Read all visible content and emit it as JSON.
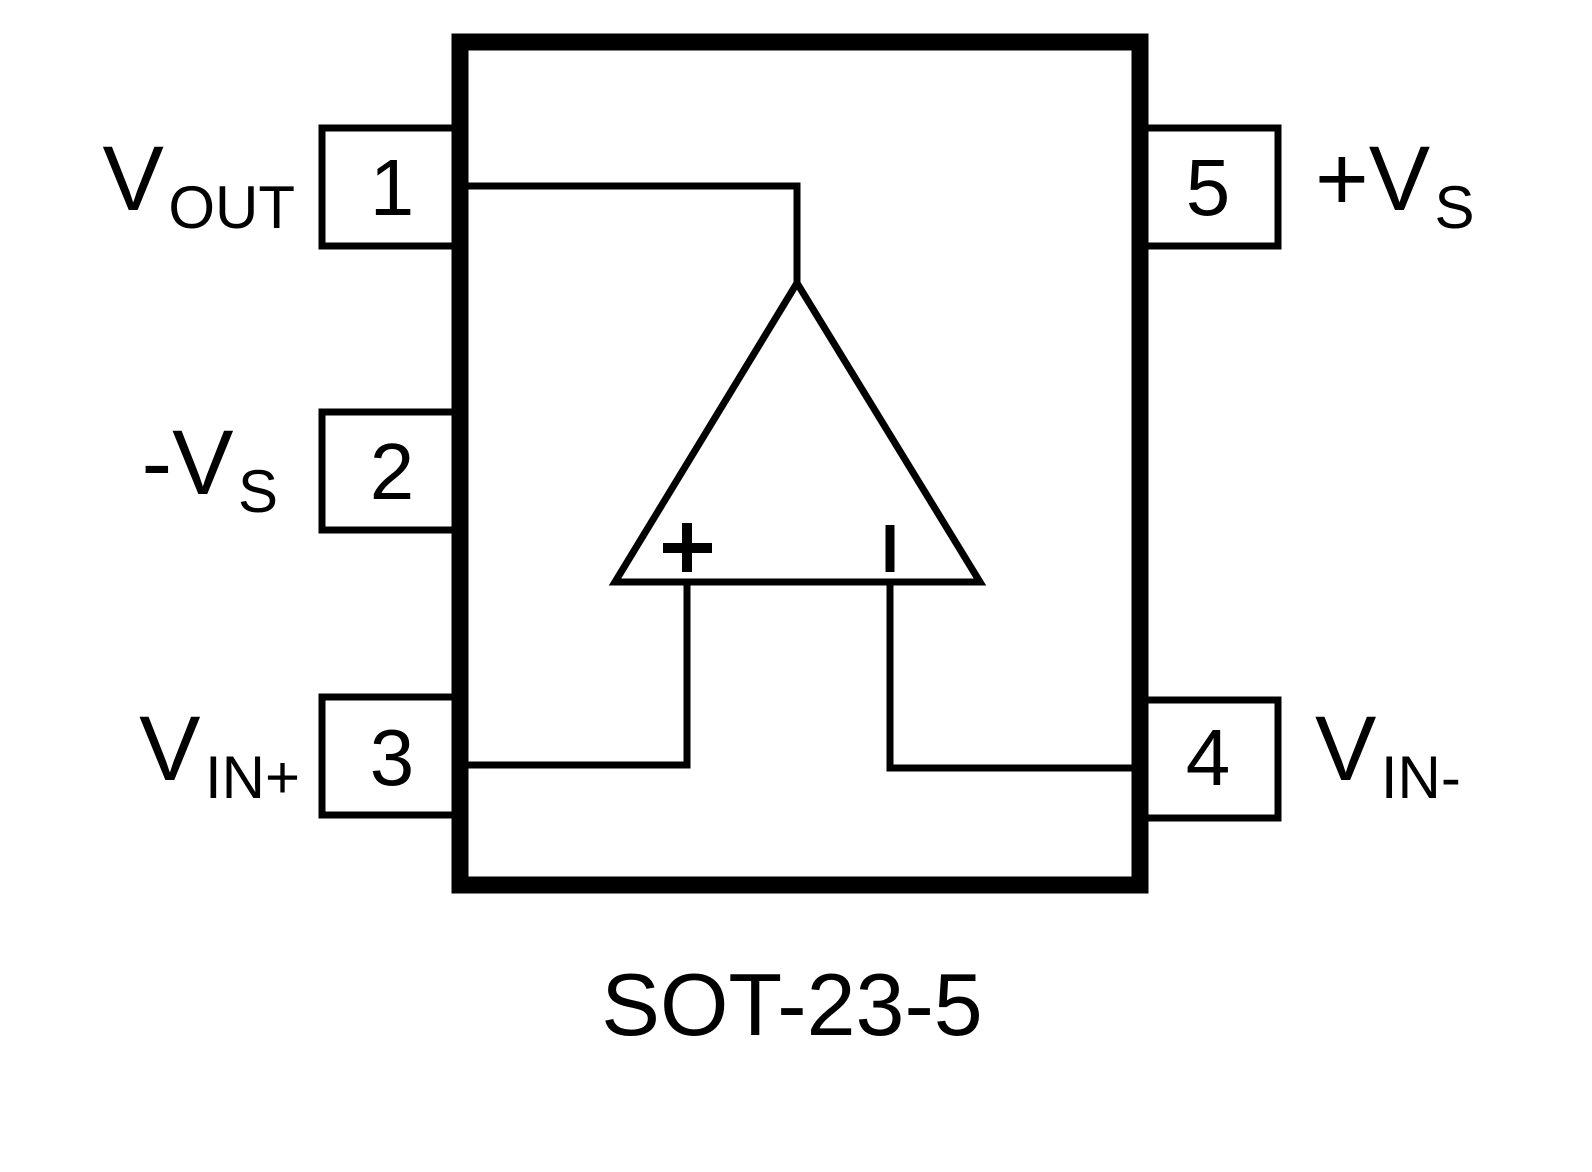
{
  "title": "SOT-23-5",
  "pins": {
    "pin1": {
      "number": "1",
      "label_main": "V",
      "label_sub": "OUT"
    },
    "pin2": {
      "number": "2",
      "label_main": "-V",
      "label_sub": "S"
    },
    "pin3": {
      "number": "3",
      "label_main": "V",
      "label_sub": "IN+"
    },
    "pin4": {
      "number": "4",
      "label_main": "V",
      "label_sub": "IN-"
    },
    "pin5": {
      "number": "5",
      "label_main": "+V",
      "label_sub": "S"
    }
  },
  "opamp": {
    "noninverting_symbol": "+",
    "inverting_symbol": "-"
  },
  "colors": {
    "line": "#000000",
    "background": "#ffffff"
  }
}
